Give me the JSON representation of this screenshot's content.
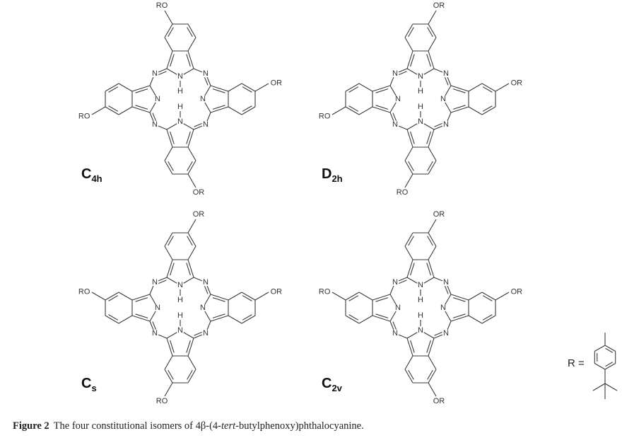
{
  "figure": {
    "caption_label": "Figure 2",
    "caption_text_1": "The four constitutional isomers of 4β-(4-",
    "caption_text_italic": "tert",
    "caption_text_2": "-butylphenoxy)phthalocyanine."
  },
  "atoms": {
    "N": "N",
    "H": "H",
    "RO": "RO",
    "OR": "OR"
  },
  "isomers": [
    {
      "symbol": "C",
      "subscript": "4h",
      "substituent_sides": [
        -1,
        -1,
        -1,
        -1
      ]
    },
    {
      "symbol": "D",
      "subscript": "2h",
      "substituent_sides": [
        1,
        -1,
        1,
        -1
      ]
    },
    {
      "symbol": "C",
      "subscript": "s",
      "substituent_sides": [
        1,
        -1,
        1,
        1
      ]
    },
    {
      "symbol": "C",
      "subscript": "2v",
      "substituent_sides": [
        1,
        -1,
        -1,
        1
      ]
    }
  ],
  "r_group": {
    "label": "R ="
  },
  "colors": {
    "bond": "#3a3a3a",
    "text": "#222222"
  }
}
